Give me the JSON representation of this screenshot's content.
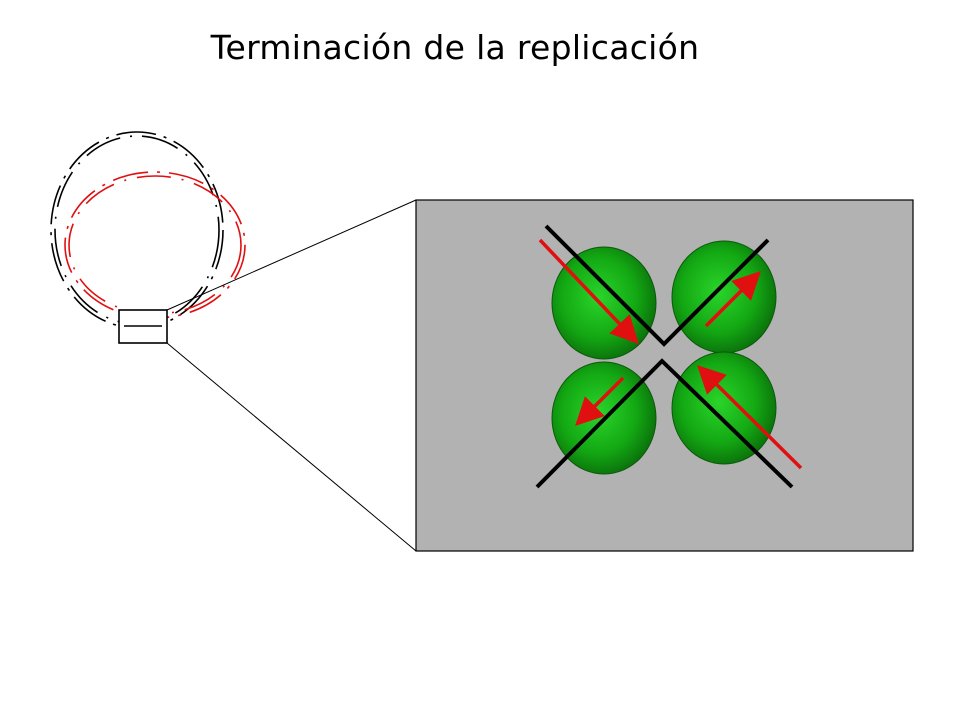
{
  "slide": {
    "title": "Terminación de la replicación"
  },
  "colors": {
    "background": "#ffffff",
    "panel": "#b2b2b2",
    "parental_strand": "#000000",
    "new_strand": "#e01010",
    "protein_dark": "#0a6a0a",
    "protein_light": "#22c822"
  },
  "icons": {
    "proteins": "green-sphere",
    "synthesis_direction": "red-arrow"
  }
}
